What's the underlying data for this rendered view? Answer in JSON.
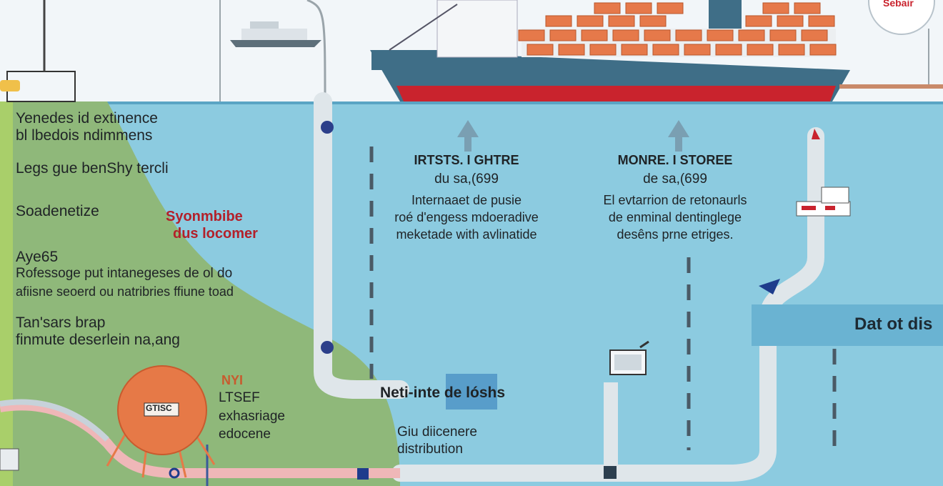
{
  "colors": {
    "sky": "#f2f6f9",
    "water": "#8ccbe0",
    "land": "#8fb87a",
    "hull_red": "#c9232d",
    "hull_blue": "#3f6e87",
    "tank": "#e67947",
    "pipe": "#d4dde3",
    "pipe_pink": "#efb7b8",
    "accent_blue": "#1e3c8c"
  },
  "left_column": {
    "line1": "Yenedes id extinence",
    "line2": "bl lbedois ndimmens",
    "line3": "Legs gue benShy tercli",
    "line4": "Soadenetize",
    "line5": "Aye65",
    "line6": "Rofessoge put intanegeses de ol do",
    "line7": "afiisne seoerd ou natribries ffiune toad",
    "line8": "Tan'sars brap",
    "line9": "finmute deserlein na,ang"
  },
  "red_label": {
    "line1": "Syonmbibe",
    "line2": "dus locomer"
  },
  "panel_left": {
    "title": "IRTSTS. I GHTRE",
    "subtitle": "du sa,(699",
    "line1": "Internaaet de pusie",
    "line2": "roé d'engess mdoeradive",
    "line3": "meketade with avlinatide"
  },
  "panel_right": {
    "title": "MONRE. I STOREE",
    "subtitle": "de sa,(699",
    "line1": "El evtarrion de retonaurls",
    "line2": "de enminal dentinglege",
    "line3": "desêns prne etriges."
  },
  "tank_label": {
    "top": "NYI",
    "line1": "LTSEF",
    "line2": "exhasriage",
    "line3": "edocene",
    "badge": "GTISC"
  },
  "network_label": "Neti-inte de lóshs",
  "distribution": {
    "line1": "Giu diicenere",
    "line2": "distribution"
  },
  "data_box": "Dat ot dis",
  "logo_text": "Sebair"
}
